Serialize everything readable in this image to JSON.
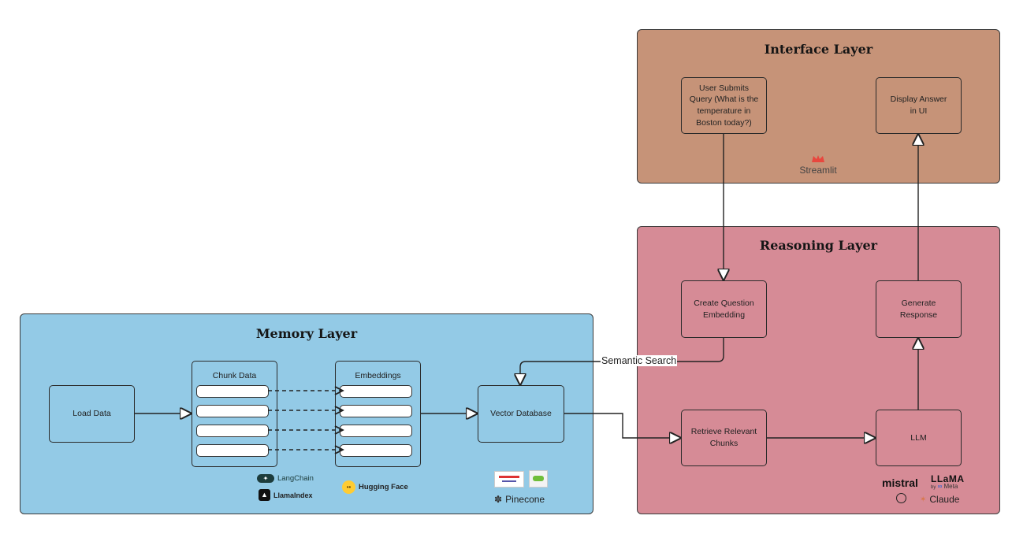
{
  "layers": {
    "interface": {
      "title": "Interface Layer",
      "color": "#c69378"
    },
    "reasoning": {
      "title": "Reasoning Layer",
      "color": "#d68b96"
    },
    "memory": {
      "title": "Memory Layer",
      "color": "#93cae6"
    }
  },
  "nodes": {
    "user_query": "User Submits Query (What is the temperature in Boston today?)",
    "display_answer": "Display Answer in UI",
    "create_embedding": "Create Question Embedding",
    "generate_response": "Generate Response",
    "retrieve_chunks": "Retrieve Relevant Chunks",
    "llm": "LLM",
    "load_data": "Load Data",
    "chunk_data": "Chunk Data",
    "embeddings": "Embeddings",
    "vector_db": "Vector Database"
  },
  "edges": {
    "semantic_search": "Semantic Search"
  },
  "logos": {
    "streamlit": "Streamlit",
    "langchain": "LangChain",
    "llamaindex": "LlamaIndex",
    "hugging_face": "Hugging Face",
    "pinecone": "Pinecone",
    "mistral": "mistral",
    "llama": "LLaMA",
    "meta": "Meta",
    "claude": "Claude"
  },
  "icons": [
    "streamlit-crown-icon",
    "langchain-parrot-icon",
    "llamaindex-llama-icon",
    "hugging-face-emoji-icon",
    "pinecone-icon",
    "openai-icon",
    "claude-star-icon"
  ]
}
